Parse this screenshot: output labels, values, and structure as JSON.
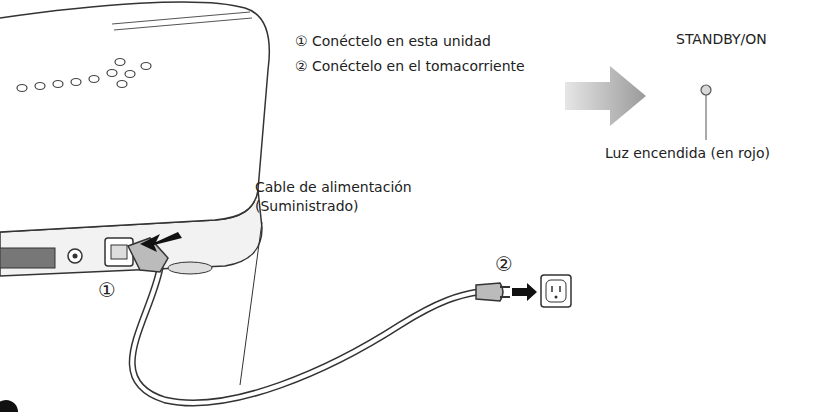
{
  "diagram": {
    "labels": [
      "① Conéctelo en esta unidad",
      "② Conéctelo en el tomacorriente",
      "STANDBY/ON",
      "Luz encendida (en rojo)",
      "Cable de alimentación (Suministrado)",
      "①",
      "②"
    ]
  }
}
